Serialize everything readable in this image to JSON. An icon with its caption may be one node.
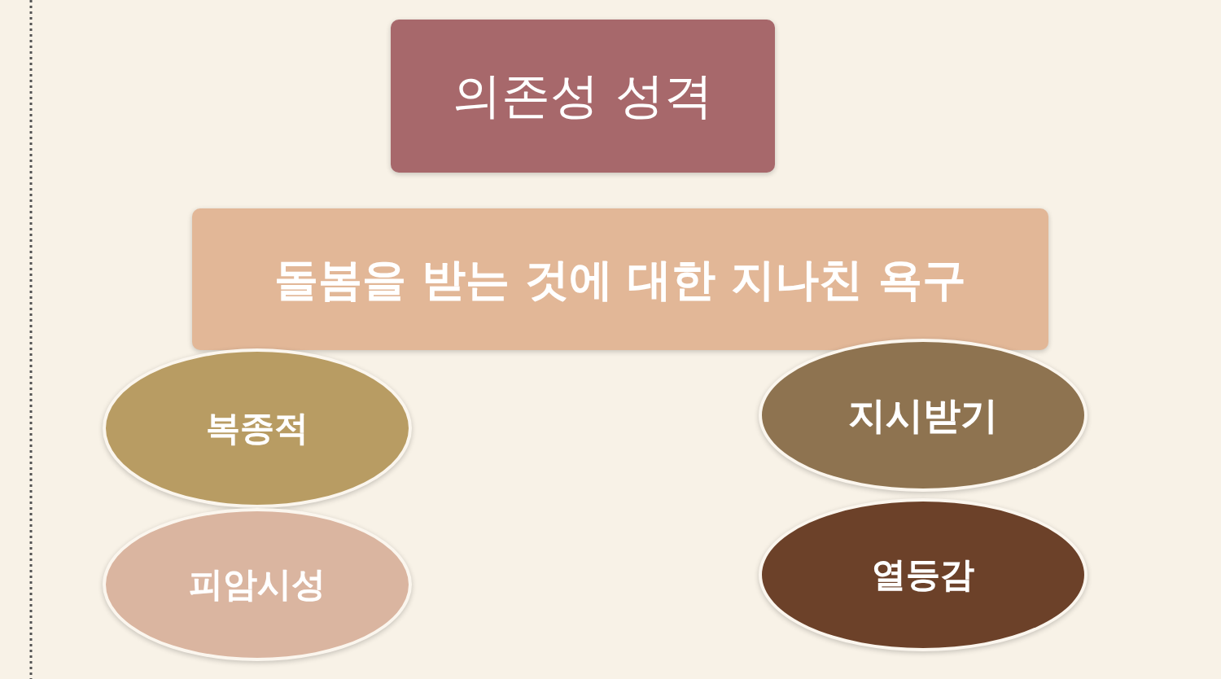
{
  "diagram": {
    "nodes": [
      {
        "text": [
          "의존성 성격"
        ]
      },
      {
        "text": [
          "돌봄을 받는 것에 대한 지나친 욕구"
        ]
      },
      {
        "text": [
          "복종적"
        ]
      },
      {
        "text": [
          "지시받기"
        ]
      },
      {
        "text": [
          "피암시성"
        ]
      },
      {
        "text": [
          "열등감"
        ]
      }
    ]
  }
}
